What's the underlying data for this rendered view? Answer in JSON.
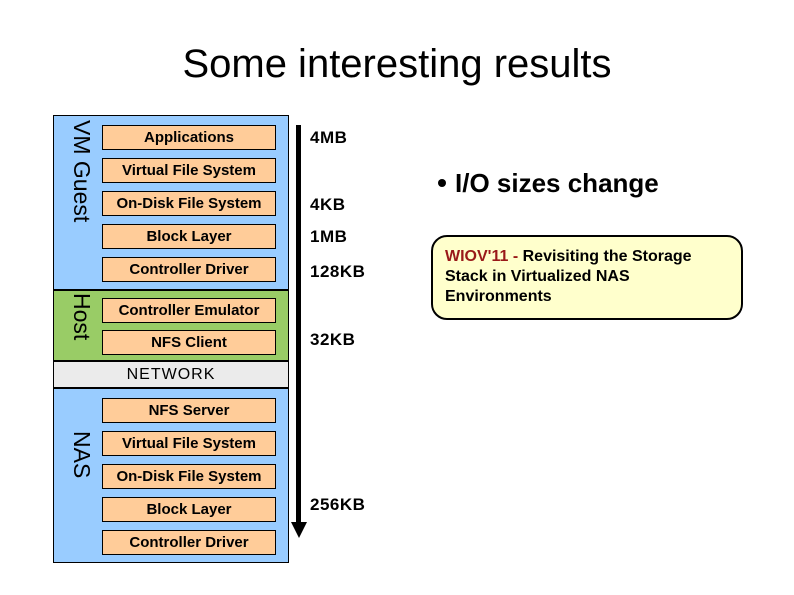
{
  "title": "Some interesting results",
  "stack": {
    "sections": [
      {
        "label": "VM Guest",
        "color": "#99CCFF",
        "boxes": [
          "Applications",
          "Virtual File System",
          "On-Disk File System",
          "Block Layer",
          "Controller Driver"
        ]
      },
      {
        "label": "Host",
        "color": "#99CC66",
        "boxes": [
          "Controller Emulator",
          "NFS Client"
        ]
      },
      {
        "label": "NAS",
        "color": "#99CCFF",
        "boxes": [
          "NFS Server",
          "Virtual File System",
          "On-Disk File System",
          "Block Layer",
          "Controller Driver"
        ]
      }
    ],
    "network_label": "NETWORK",
    "box_color": "#FFCC99",
    "network_color": "#EBEBEB"
  },
  "io_sizes": [
    "4MB",
    "4KB",
    "1MB",
    "128KB",
    "32KB",
    "256KB"
  ],
  "bullet": {
    "text": "I/O sizes change"
  },
  "note": {
    "highlight": "WIOV'11 - ",
    "text": "Revisiting the Storage Stack in Virtualized NAS Environments",
    "background": "#FFFFCC",
    "highlight_color": "#991919"
  }
}
